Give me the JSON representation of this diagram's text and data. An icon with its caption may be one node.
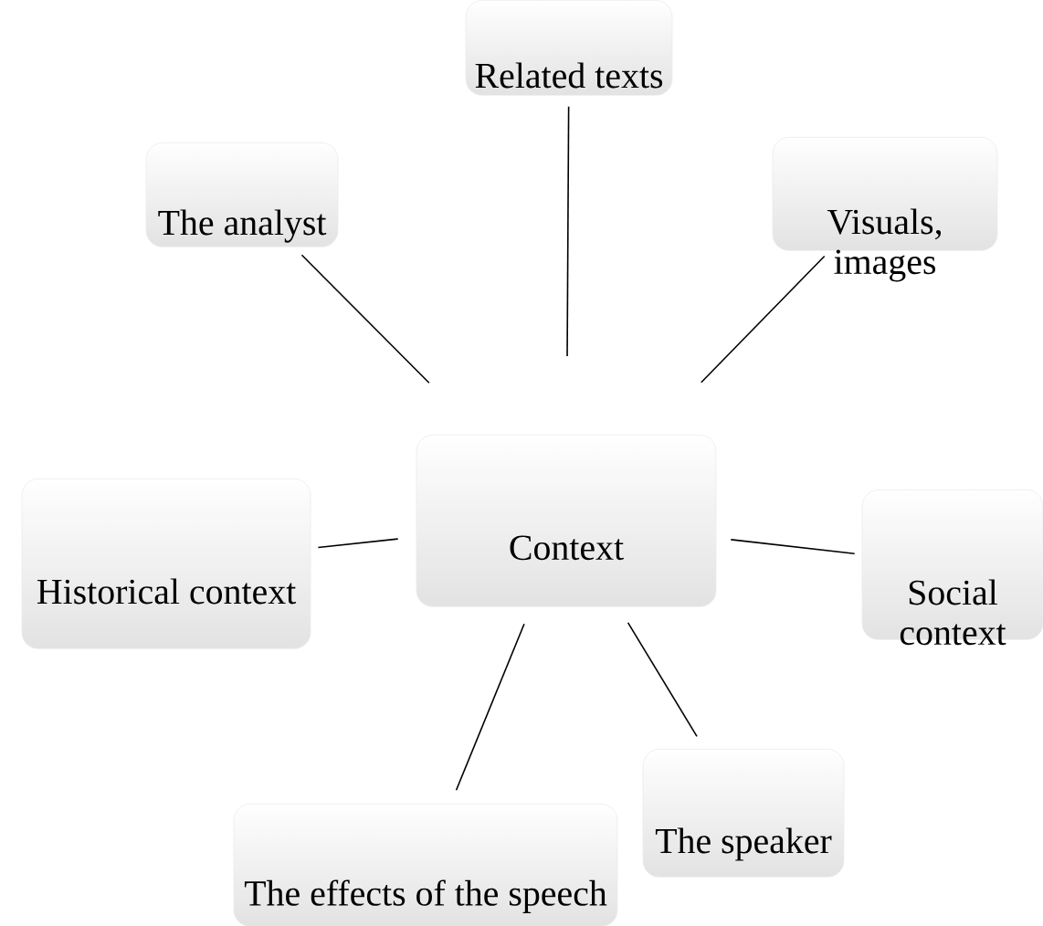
{
  "diagram": {
    "nodes": [
      {
        "text": [
          "Context"
        ]
      },
      {
        "text": [
          "Related texts"
        ]
      },
      {
        "text": [
          "Visuals, images"
        ]
      },
      {
        "text": [
          "Social context"
        ]
      },
      {
        "text": [
          "The speaker"
        ]
      },
      {
        "text": [
          "The effects of the speech"
        ]
      },
      {
        "text": [
          "Historical context"
        ]
      },
      {
        "text": [
          "The analyst"
        ]
      }
    ],
    "edges": [
      {
        "from": 0,
        "to": 1,
        "arrow": "none"
      },
      {
        "from": 0,
        "to": 2,
        "arrow": "none"
      },
      {
        "from": 0,
        "to": 3,
        "arrow": "none"
      },
      {
        "from": 0,
        "to": 4,
        "arrow": "none"
      },
      {
        "from": 0,
        "to": 5,
        "arrow": "none"
      },
      {
        "from": 0,
        "to": 6,
        "arrow": "none"
      },
      {
        "from": 0,
        "to": 7,
        "arrow": "none"
      }
    ]
  }
}
